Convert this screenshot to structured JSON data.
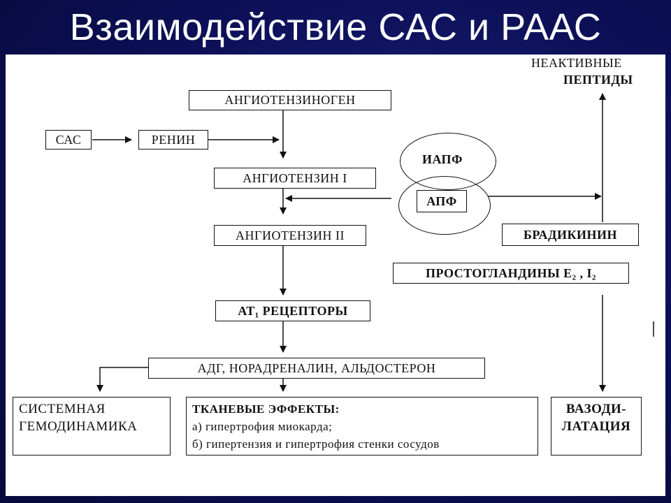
{
  "slide": {
    "title": "Взаимодействие САС и РААС"
  },
  "diagram": {
    "nodes": {
      "angiotensinogen": "АНГИОТЕНЗИНОГЕН",
      "sas": "САС",
      "renin": "РЕНИН",
      "angiotensin1": "АНГИОТЕНЗИН I",
      "iapf": "ИАПФ",
      "apf": "АПФ",
      "angiotensin2": "АНГИОТЕНЗИН II",
      "bradykinin": "БРАДИКИНИН",
      "prostaglandins": "ПРОСТОГЛАНДИНЫ  Е₂ , I₂",
      "at1_receptors": "АТ₁ РЕЦЕПТОРЫ",
      "adh": "АДГ, НОРАДРЕНАЛИН, АЛЬДОСТЕРОН",
      "inactive_peptides_line1": "НЕАКТИВНЫЕ",
      "inactive_peptides_line2": "ПЕПТИДЫ",
      "systemic_line1": "СИСТЕМНАЯ",
      "systemic_line2": "ГЕМОДИНАМИКА",
      "tissue_title": "ТКАНЕВЫЕ ЭФФЕКТЫ:",
      "tissue_a": "а) гипертрофия миокарда;",
      "tissue_b": "б) гипертензия и гипертрофия стенки сосудов",
      "vaso_line1": "ВАЗОДИ-",
      "vaso_line2": "ЛАТАЦИЯ"
    }
  }
}
